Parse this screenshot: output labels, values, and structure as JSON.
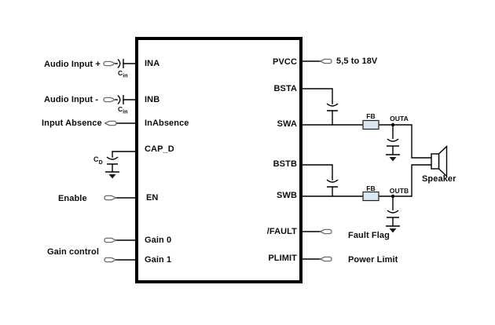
{
  "ic": {
    "pins_left": {
      "ina": "INA",
      "inb": "INB",
      "inabsence": "InAbsence",
      "cap_d": "CAP_D",
      "en": "EN",
      "gain0": "Gain 0",
      "gain1": "Gain 1"
    },
    "pins_right": {
      "pvcc": "PVCC",
      "bsta": "BSTA",
      "swa": "SWA",
      "bstb": "BSTB",
      "swb": "SWB",
      "fault": "/FAULT",
      "plimit": "PLIMIT"
    }
  },
  "signals": {
    "audio_input_plus": "Audio Input +",
    "audio_input_minus": "Audio Input -",
    "input_absence": "Input Absence",
    "enable": "Enable",
    "gain_control": "Gain control",
    "supply_range": "5,5 to 18V",
    "fault_flag": "Fault Flag",
    "power_limit": "Power Limit",
    "speaker": "Speaker"
  },
  "components": {
    "input_cap_prefix": "C",
    "input_cap_sub": "in",
    "decouple_cap_prefix": "C",
    "decouple_cap_sub": "D",
    "ferrite_bead": "FB",
    "out_a": "OUTA",
    "out_b": "OUTB"
  },
  "colors": {
    "wire": "#000000",
    "ic_border": "#000000",
    "fb_fill": "#dce6f2",
    "connector_stroke": "#6e6e6e",
    "background": "#ffffff"
  }
}
